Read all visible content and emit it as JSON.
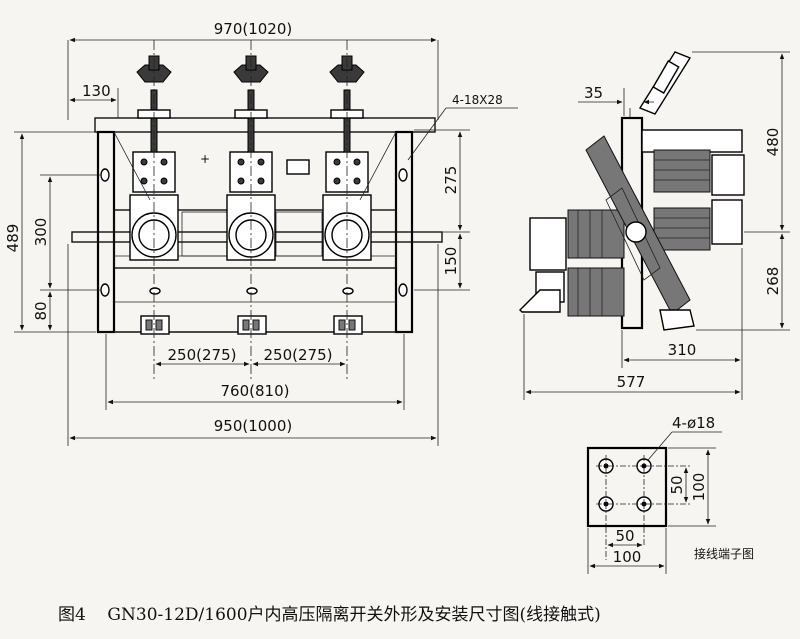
{
  "front_view": {
    "dims": {
      "overall_width": "970(1020)",
      "left_offset": "130",
      "hole_spec": "4-18X28",
      "height_total": "489",
      "height_300": "300",
      "height_80": "80",
      "height_275": "275",
      "height_150": "150",
      "pitch_1": "250(275)",
      "pitch_2": "250(275)",
      "span_760": "760(810)",
      "span_950": "950(1000)"
    }
  },
  "side_view": {
    "dims": {
      "offset_35": "35",
      "height_480": "480",
      "height_268": "268",
      "depth_310": "310",
      "depth_577": "577"
    }
  },
  "terminal_view": {
    "dims": {
      "holes": "4-ø18",
      "vert_50": "50",
      "vert_100": "100",
      "horiz_50": "50",
      "horiz_100": "100"
    },
    "label": "接线端子图"
  },
  "caption": "图4    GN30-12D/1600户内高压隔离开关外形及安装尺寸图(线接触式)"
}
